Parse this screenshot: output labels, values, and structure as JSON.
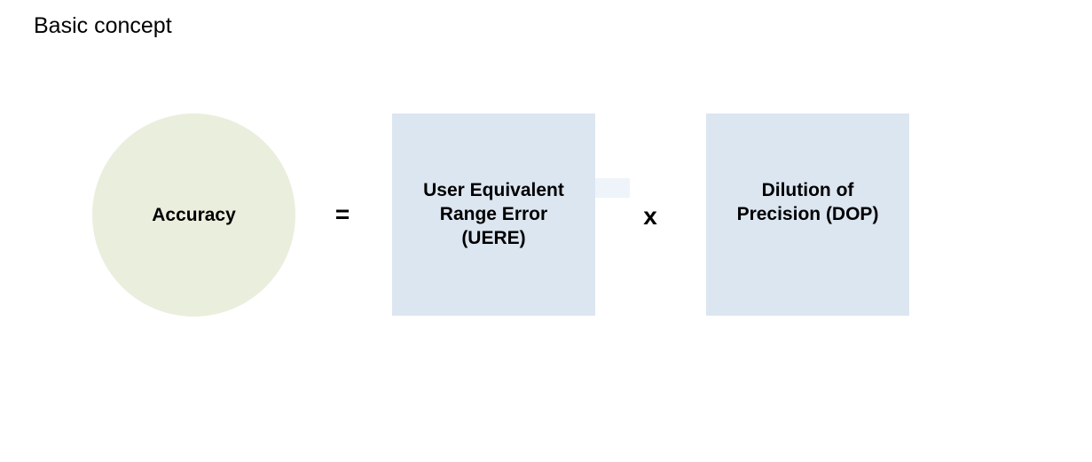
{
  "diagram": {
    "title": "Basic concept",
    "accuracy": {
      "label": "Accuracy",
      "fill": "#EAEEDD"
    },
    "equals_operator": "=",
    "uere": {
      "label": "User Equivalent\nRange Error\n(UERE)",
      "fill": "#DCE6F1"
    },
    "connector_strip_fill": "#EEF4FA",
    "times_operator": "x",
    "dop": {
      "label": "Dilution of\nPrecision (DOP)",
      "fill": "#DCE6F1"
    }
  }
}
